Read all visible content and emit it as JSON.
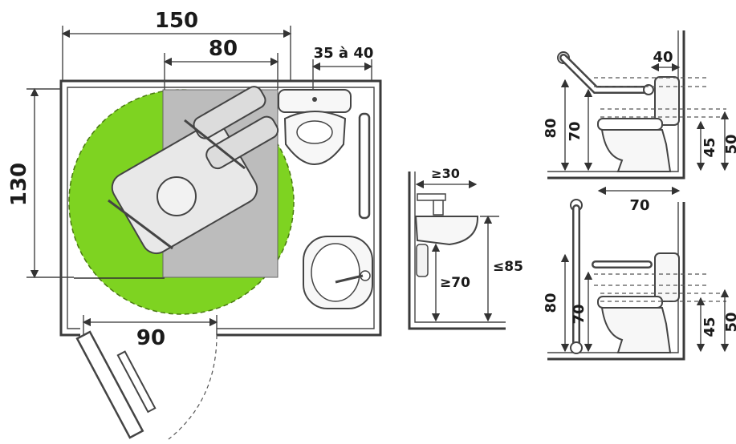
{
  "plan": {
    "width_label": "150",
    "inner_width_label": "80",
    "toilet_clearance_label": "35 à 40",
    "depth_label": "130",
    "door_label": "90"
  },
  "sink": {
    "top_label": "≥30",
    "height_label": "≥70",
    "max_label": "≤85"
  },
  "wc_top": {
    "offset_label": "40",
    "bar_height_label": "80",
    "bar2_height_label": "70",
    "seat_label": "45",
    "max_label": "50"
  },
  "wc_bottom": {
    "width_label": "70",
    "bar_height_label": "80",
    "bar2_height_label": "70",
    "seat_label": "45",
    "max_label": "50"
  },
  "colors": {
    "turning_circle": "#7ed321",
    "transfer_zone": "#bcbcbc",
    "wall": "#3a3a3a"
  }
}
